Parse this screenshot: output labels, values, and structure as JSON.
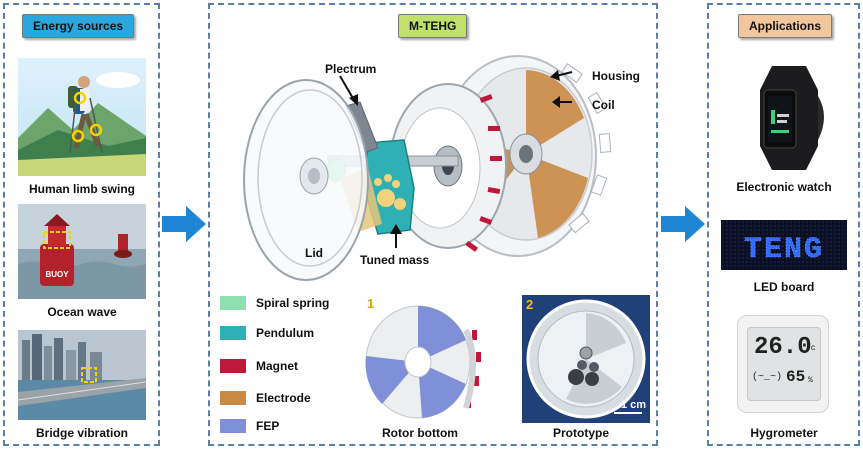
{
  "panels": {
    "energy_sources": {
      "title": "Energy sources",
      "title_color": "#2aa7df",
      "items": [
        {
          "label": "Human limb swing"
        },
        {
          "label": "Ocean wave"
        },
        {
          "label": "Bridge vibration"
        }
      ],
      "buoy_text": "BUOY"
    },
    "mtehg": {
      "title": "M-TEHG",
      "title_color": "#bfe06a",
      "callouts": {
        "plectrum": "Plectrum",
        "housing": "Housing",
        "coil": "Coil",
        "lid": "Lid",
        "tuned_mass": "Tuned mass"
      },
      "legend": [
        {
          "label": "Spiral spring",
          "color": "#8fe0b0"
        },
        {
          "label": "Pendulum",
          "color": "#2fb0b5"
        },
        {
          "label": "Magnet",
          "color": "#c0183a"
        },
        {
          "label": "Electrode",
          "color": "#c98a45"
        },
        {
          "label": "FEP",
          "color": "#7f90d8"
        }
      ],
      "rotor": {
        "number": "1",
        "label": "Rotor bottom"
      },
      "prototype": {
        "number": "2",
        "label": "Prototype",
        "scale": "1 cm"
      }
    },
    "applications": {
      "title": "Applications",
      "title_color": "#f3c79d",
      "items": [
        {
          "label": "Electronic watch"
        },
        {
          "label": "LED board"
        },
        {
          "label": "Hygrometer"
        }
      ],
      "led_text": "TENG",
      "hygro_temp": "26.0",
      "hygro_unit": "°c",
      "hygro_face": "(~_~)",
      "hygro_hum": "65",
      "hygro_pct": "%"
    }
  },
  "colors": {
    "panel_border": "#5b7fa8",
    "flow_arrow": "#1f86d6"
  }
}
